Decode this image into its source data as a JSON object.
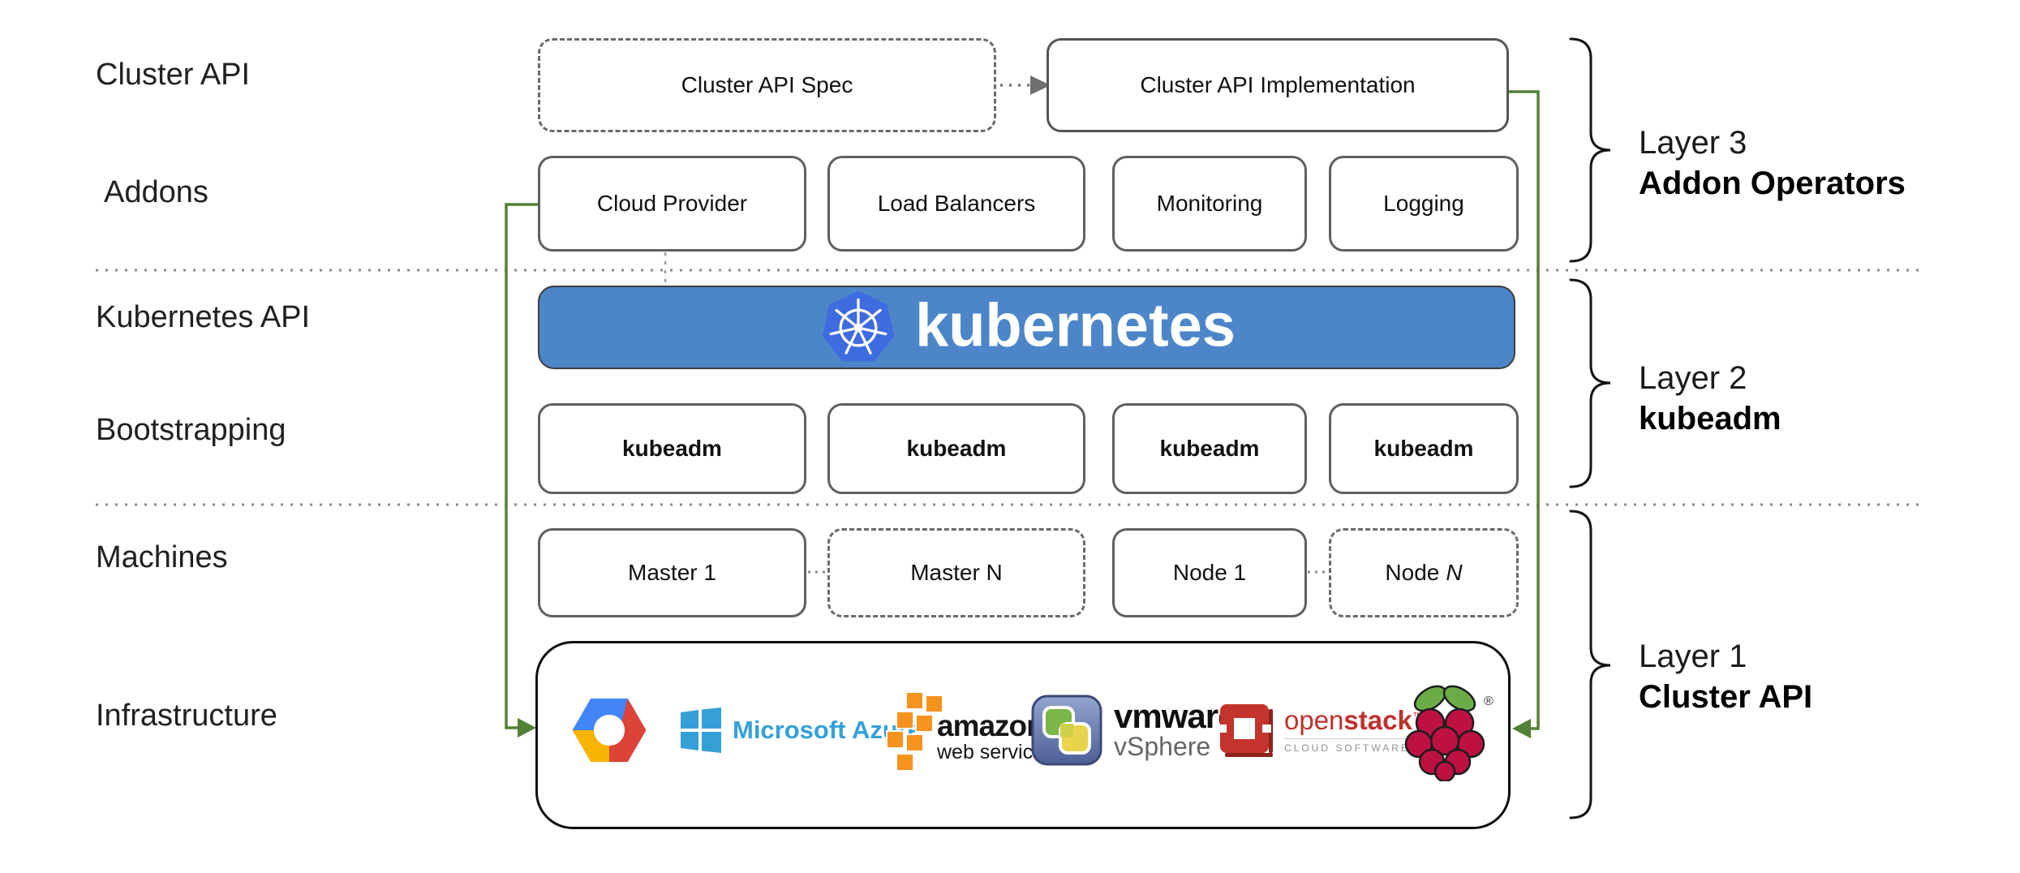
{
  "row_labels": [
    {
      "id": "cluster-api",
      "label": "Cluster API"
    },
    {
      "id": "addons",
      "label": "Addons"
    },
    {
      "id": "kubernetes-api",
      "label": "Kubernetes API"
    },
    {
      "id": "bootstrapping",
      "label": "Bootstrapping"
    },
    {
      "id": "machines",
      "label": "Machines"
    },
    {
      "id": "infrastructure",
      "label": "Infrastructure"
    }
  ],
  "cluster_api_row": {
    "spec": "Cluster API Spec",
    "implementation": "Cluster API Implementation"
  },
  "addons_row": {
    "items": [
      "Cloud Provider",
      "Load Balancers",
      "Monitoring",
      "Logging"
    ]
  },
  "kubernetes_banner": {
    "wordmark": "kubernetes"
  },
  "bootstrapping_row": {
    "items": [
      "kubeadm",
      "kubeadm",
      "kubeadm",
      "kubeadm"
    ]
  },
  "machines_row": {
    "items": [
      "Master 1",
      "Master N",
      "Node 1"
    ],
    "node_n": {
      "prefix": "Node",
      "italic": "N"
    }
  },
  "infrastructure_row": {
    "azure_label": "Microsoft Azure",
    "aws_label": "amazon",
    "aws_sublabel": "web services",
    "vmware_label": "vmware",
    "vmware_mark": "®",
    "vmware_sublabel": "vSphere",
    "openstack_label_light": "open",
    "openstack_label_bold": "stack",
    "openstack_mark": "™",
    "openstack_sublabel": "CLOUD SOFTWARE",
    "rpi_mark": "®"
  },
  "layer_brackets": [
    {
      "title": "Layer 3",
      "subtitle": "Addon Operators"
    },
    {
      "title": "Layer 2",
      "subtitle": "kubeadm"
    },
    {
      "title": "Layer 1",
      "subtitle": "Cluster API"
    }
  ],
  "colors": {
    "banner_blue": "#4c86c8",
    "k8s_logo_blue": "#3f6be0",
    "connector_green": "#538135",
    "box_border_gray": "#5f5f5f",
    "separator_gray": "#8a8a8a",
    "azure_blue": "#35a0d8",
    "aws_orange": "#f6921e",
    "vmware_green": "#7ab648",
    "vmware_yellow": "#e8d44b",
    "openstack_red": "#c2342c",
    "rpi_crimson": "#bc1142",
    "rpi_leaf_green": "#6cac48"
  }
}
